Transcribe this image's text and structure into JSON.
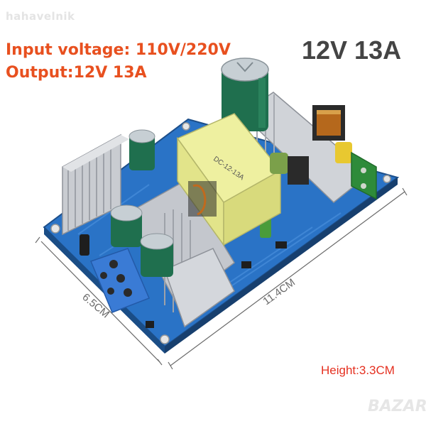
{
  "watermark": {
    "text": "hahavelnik"
  },
  "specs": {
    "input_voltage": "Input voltage: 110V/220V",
    "output": "Output:12V 13A"
  },
  "rating": "12V 13A",
  "transformer_label": "DC-12-13A",
  "dimensions": {
    "width_label": "6.5CM",
    "length_label": "11.4CM",
    "height_label": "Height:3.3CM"
  },
  "bazar_logo": {
    "text": "BAZAR"
  },
  "colors": {
    "spec_text": "#e8501f",
    "rating_text": "#444444",
    "height_text": "#e53020",
    "pcb": "#2a73c6",
    "heatsink": "#c9ccd1",
    "transformer": "#eef0a0",
    "capacitor": "#1f6f4e",
    "terminal_block": "#3a7bd5"
  }
}
